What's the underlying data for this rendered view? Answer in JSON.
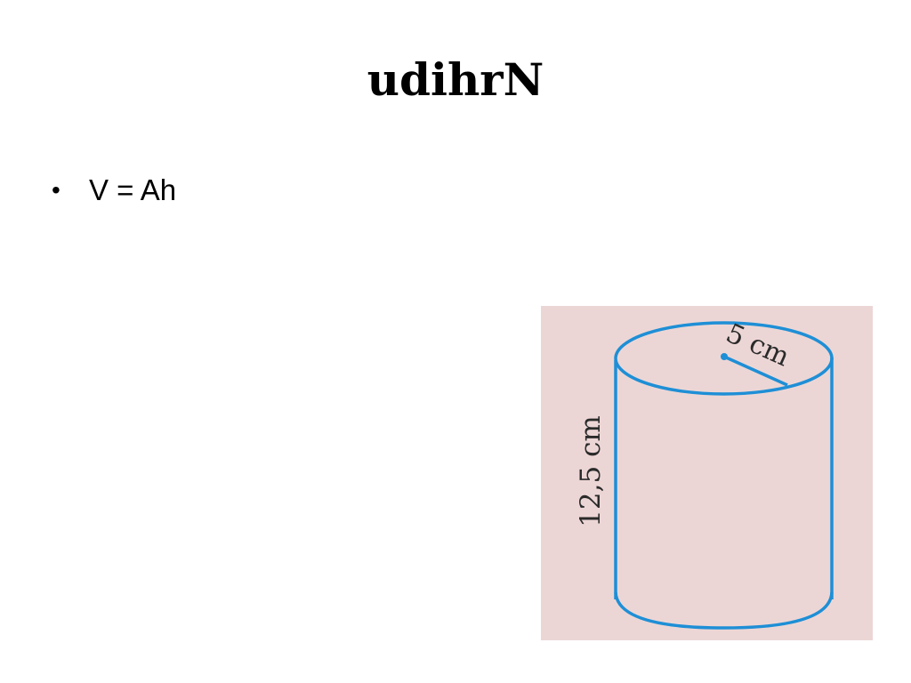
{
  "title": "udihrN",
  "bullets": [
    {
      "marker": "•",
      "text": "V = Ah"
    }
  ],
  "figure": {
    "background_color": "#ecd6d5",
    "stroke_color": "#1e8fd6",
    "text_color": "#2a2a2a",
    "radius_label": "5 cm",
    "height_label": "12,5 cm"
  }
}
